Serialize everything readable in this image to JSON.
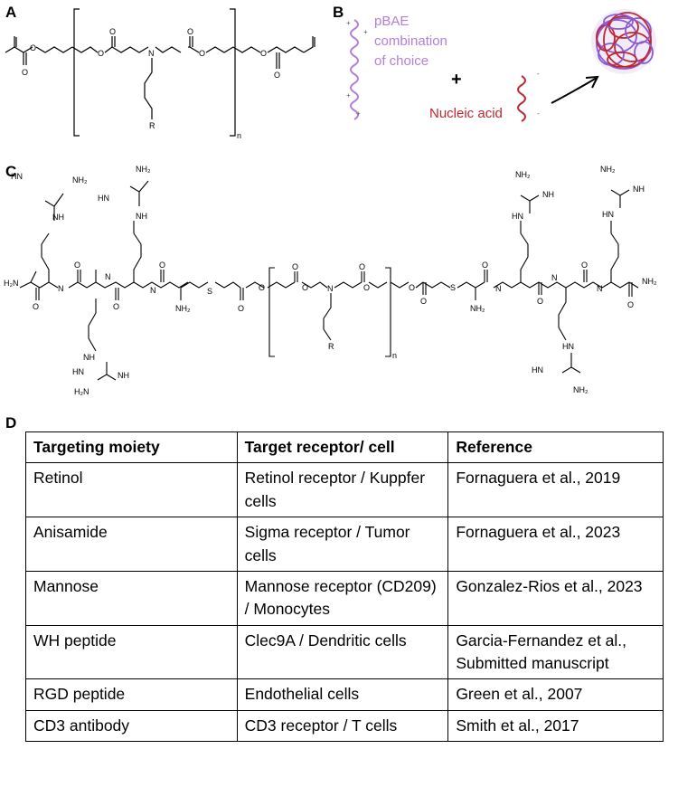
{
  "panels": {
    "a": {
      "letter": "A",
      "repeat_label": "n",
      "substituent": "R",
      "atom_o": "O",
      "atom_n": "N"
    },
    "b": {
      "letter": "B",
      "pbae_label": [
        "pBAE",
        "combination",
        "of choice"
      ],
      "plus": "+",
      "nucleic_label": "Nucleic acid",
      "colors": {
        "pbae": "#b27fd9",
        "nucleic": "#c0272d",
        "particle_purple": "#8a5bd6",
        "particle_red": "#c0272d"
      }
    },
    "c": {
      "letter": "C",
      "repeat_label": "n",
      "substituent": "R",
      "atom_o": "O",
      "atom_s": "S",
      "atom_n": "N",
      "nh": "NH",
      "n_h": "N\nH",
      "hn": "HN",
      "nh2": "NH₂",
      "h2n": "H₂N"
    },
    "d": {
      "letter": "D",
      "headers": [
        "Targeting moiety",
        "Target receptor/ cell",
        "Reference"
      ],
      "rows": [
        [
          "Retinol",
          "Retinol receptor / Kuppfer cells",
          "Fornaguera et al., 2019"
        ],
        [
          "Anisamide",
          "Sigma receptor / Tumor cells",
          "Fornaguera et al., 2023"
        ],
        [
          "Mannose",
          "Mannose receptor (CD209) / Monocytes",
          "Gonzalez-Rios et al., 2023"
        ],
        [
          "WH peptide",
          "Clec9A / Dendritic cells",
          "Garcia-Fernandez et al., Submitted manuscript"
        ],
        [
          "RGD peptide",
          "Endothelial cells",
          "Green et al., 2007"
        ],
        [
          "CD3 antibody",
          "CD3 receptor / T cells",
          "Smith et al., 2017"
        ]
      ]
    }
  }
}
